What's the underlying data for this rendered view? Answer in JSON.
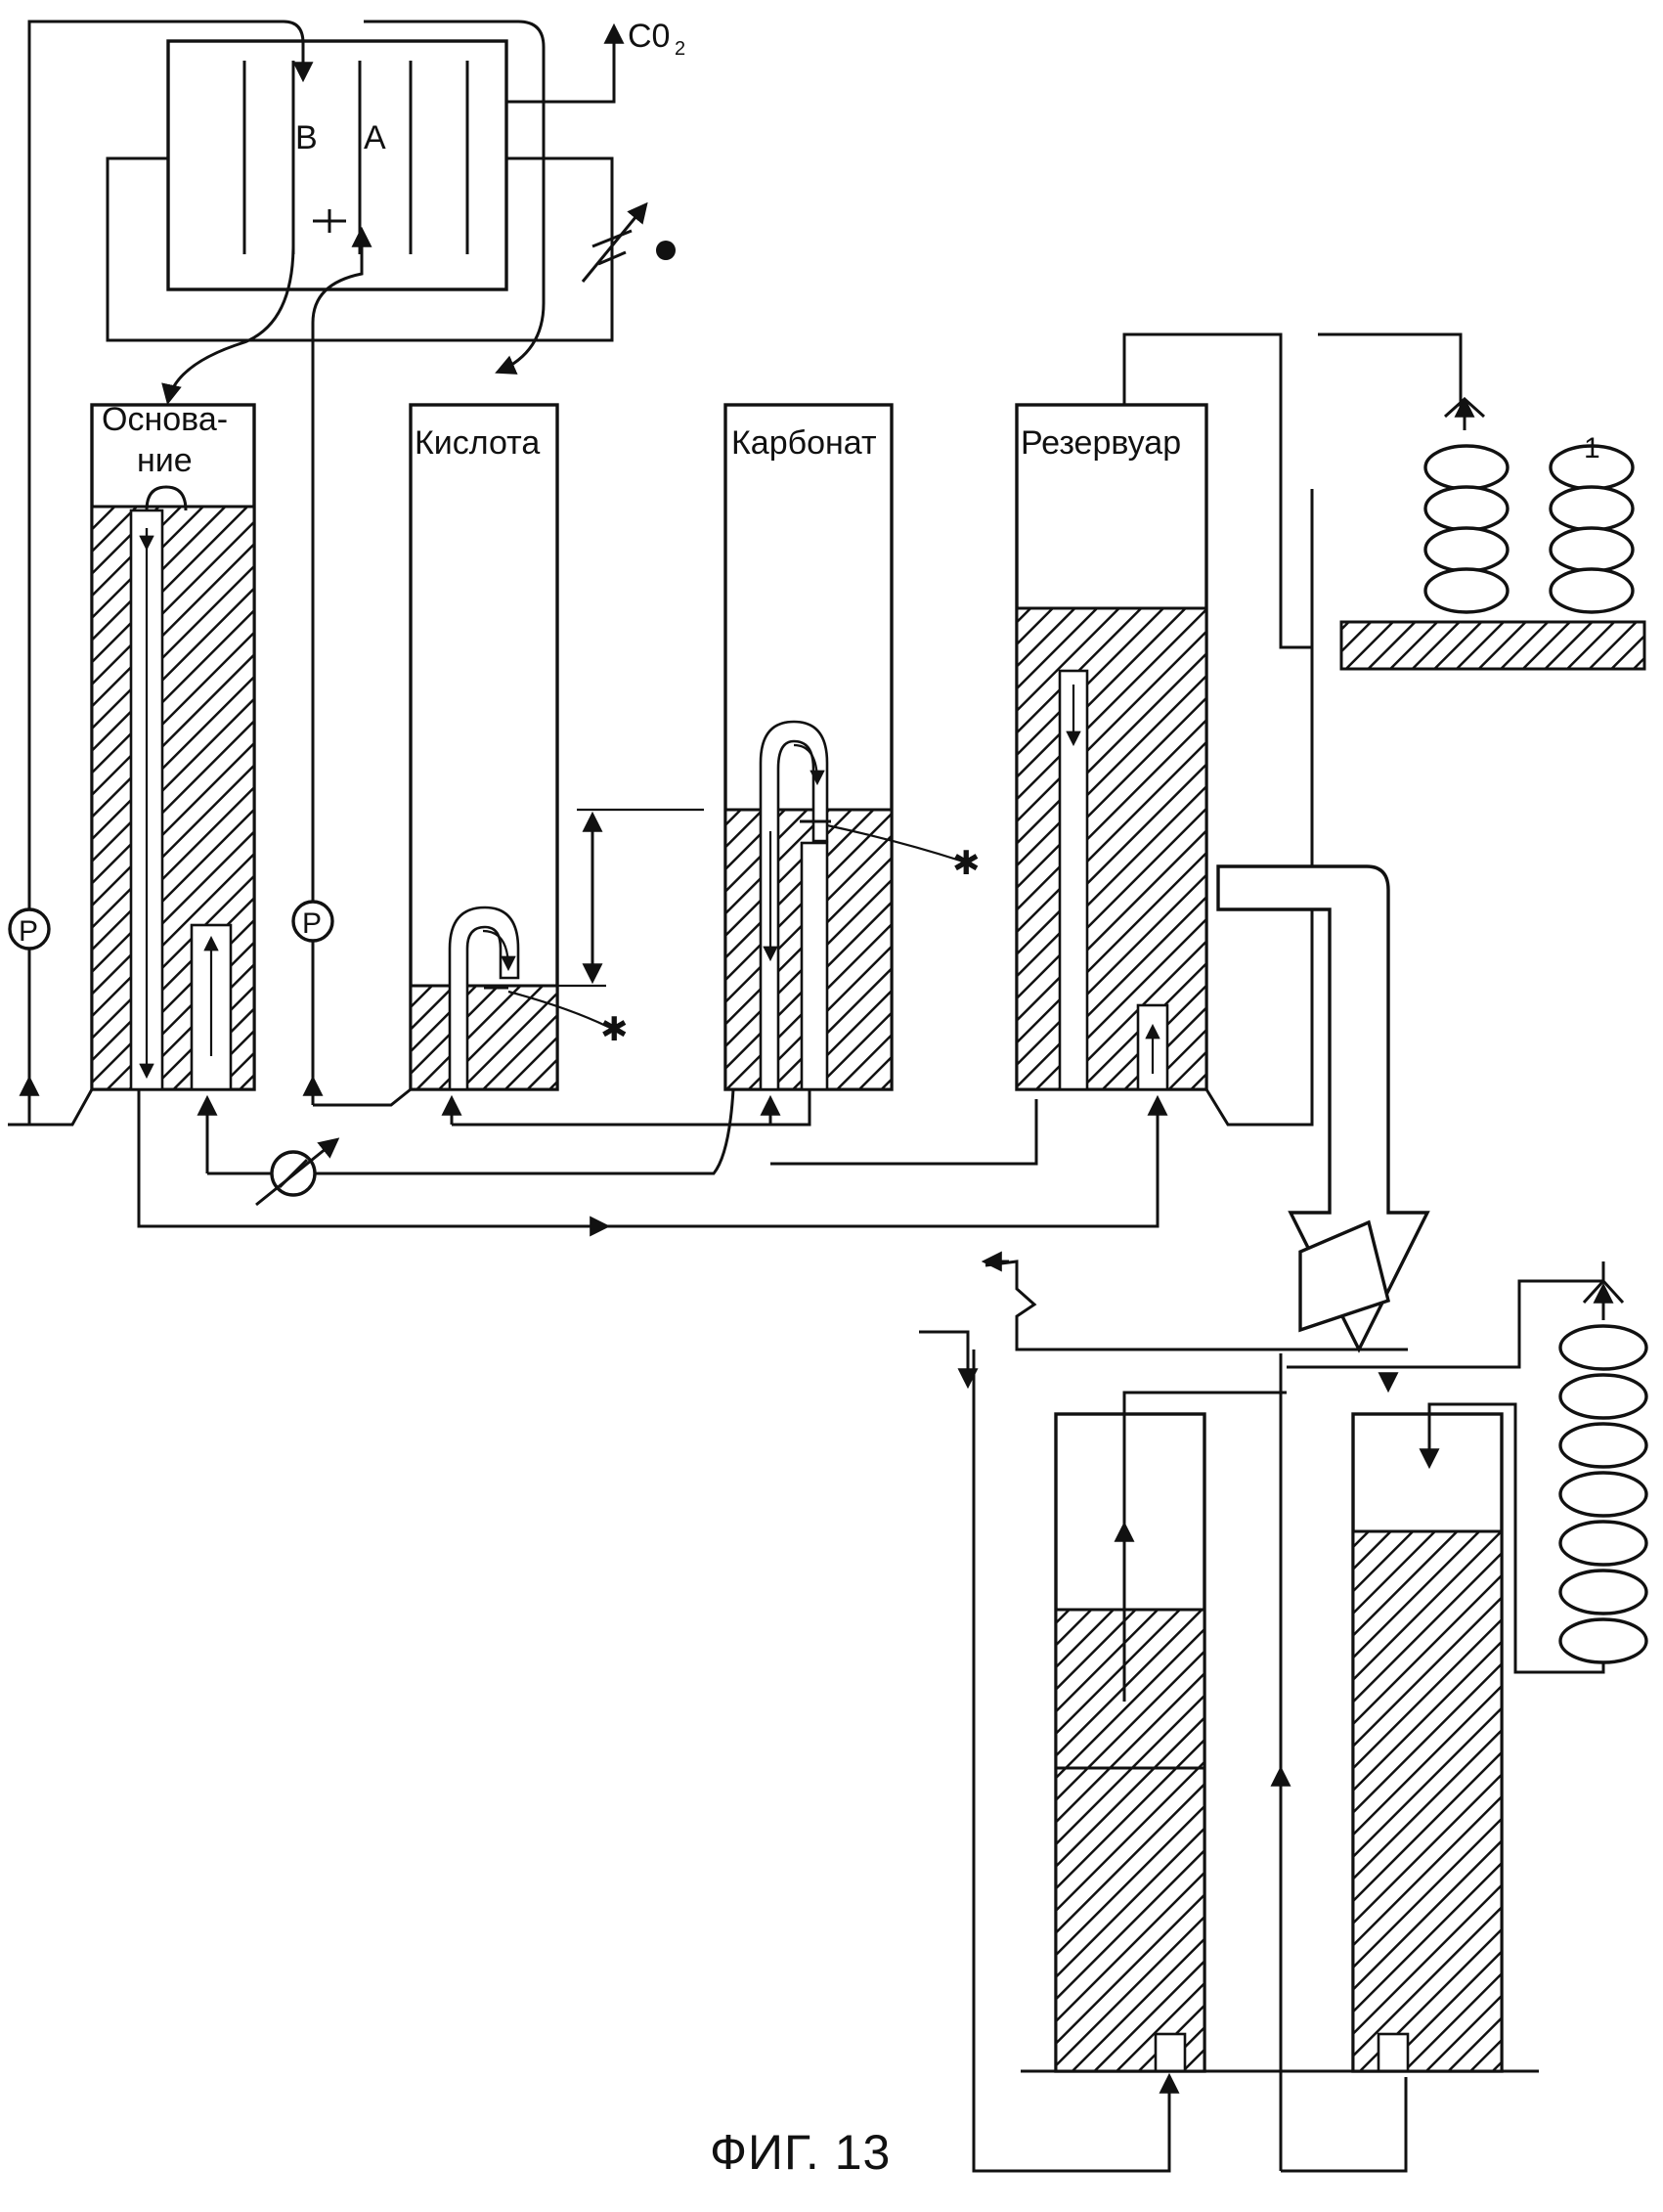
{
  "title_caption": "ФИГ. 13",
  "cell": {
    "compartment_left": "B",
    "compartment_right": "A",
    "gas_output": "C0",
    "gas_output_subscript": "2"
  },
  "tanks": {
    "base_line1": "Основа-",
    "base_line2": "ние",
    "acid": "Кислота",
    "carbonate": "Карбонат",
    "reservoir": "Резервуар"
  },
  "pump_symbol": "P",
  "coil_label": "1"
}
